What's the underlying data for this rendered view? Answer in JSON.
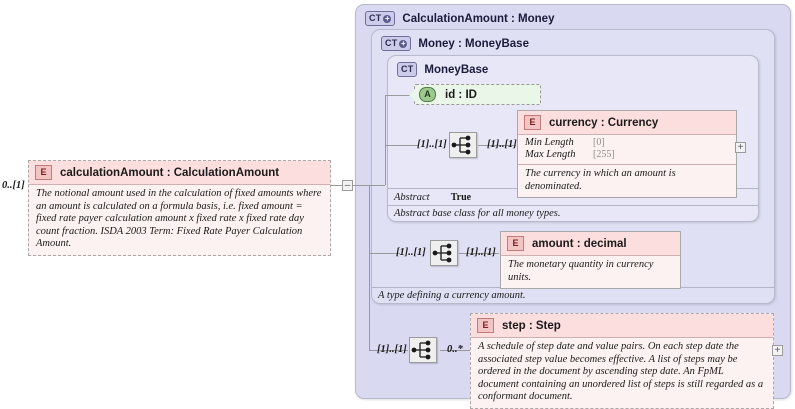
{
  "diagram": {
    "type": "xsd-schema-diagram",
    "root_element": {
      "badge": "E",
      "badge_icon": "element-icon",
      "name": "calculationAmount",
      "separator": ":",
      "type": "CalculationAmount",
      "title": "calculationAmount : CalculationAmount",
      "cardinality": "0..[1]",
      "description": "The notional amount used in the calculation of fixed amounts where an amount is calculated on a formula basis, i.e. fixed amount = fixed rate payer calculation amount x fixed rate x fixed rate day count fraction. ISDA 2003 Term: Fixed Rate Payer Calculation Amount."
    },
    "containers": [
      {
        "badge": "CT",
        "badge_icon": "complex-type-expandable-icon",
        "expandable": "+",
        "name": "CalculationAmount",
        "separator": ":",
        "type": "Money",
        "title": "CalculationAmount : Money"
      },
      {
        "badge": "CT",
        "badge_icon": "complex-type-expandable-icon",
        "expandable": "+",
        "name": "Money",
        "separator": ":",
        "type": "MoneyBase",
        "title": "Money   : MoneyBase"
      },
      {
        "badge": "CT",
        "badge_icon": "complex-type-icon",
        "name": "MoneyBase",
        "title": "MoneyBase"
      }
    ],
    "attribute": {
      "badge": "A",
      "badge_icon": "attribute-icon",
      "name": "id",
      "separator": ":",
      "type": "ID",
      "title": "id        : ID"
    },
    "elements": [
      {
        "badge": "E",
        "badge_icon": "element-icon",
        "name": "currency",
        "separator": ":",
        "type": "Currency",
        "title": "currency : Currency",
        "cardinality_left": "[1]..[1]",
        "cardinality_right": "[1]..[1]",
        "facets": [
          {
            "label": "Min Length",
            "value": "[0]"
          },
          {
            "label": "Max Length",
            "value": "[255]"
          }
        ],
        "description": "The currency in which an amount is denominated.",
        "expander": "+"
      },
      {
        "badge": "E",
        "badge_icon": "element-icon",
        "name": "amount",
        "separator": ":",
        "type": "decimal",
        "title": "amount  : decimal",
        "cardinality_left": "[1]..[1]",
        "cardinality_right": "[1]..[1]",
        "facets": [],
        "description": "The monetary quantity in currency units."
      },
      {
        "badge": "E",
        "badge_icon": "element-icon",
        "name": "step",
        "separator": ":",
        "type": "Step",
        "title": "step       : Step",
        "cardinality_left": "[1]..[1]",
        "cardinality_right": "0..*",
        "facets": [],
        "description": "A schedule of step date and value pairs. On each step date the associated step value becomes effective. A list of steps may be ordered in the document by ascending step date. An FpML document containing an unordered list of steps is still regarded as a conformant document.",
        "expander": "+"
      }
    ],
    "moneybase_abstract": {
      "label": "Abstract",
      "value": "True",
      "description": "Abstract base class for all money types."
    },
    "money_footer": {
      "description": "A type defining a currency amount."
    },
    "toggles": {
      "root_collapse": "–"
    },
    "colors": {
      "element_fill": "#fdecec",
      "element_header": "#fbdedd",
      "attribute_fill": "#eaf6e8",
      "container_outer": "#d9d9f2",
      "container_mid": "#e0e0f5",
      "container_inner": "#e7e7f8",
      "line": "#9a9a9a"
    }
  }
}
